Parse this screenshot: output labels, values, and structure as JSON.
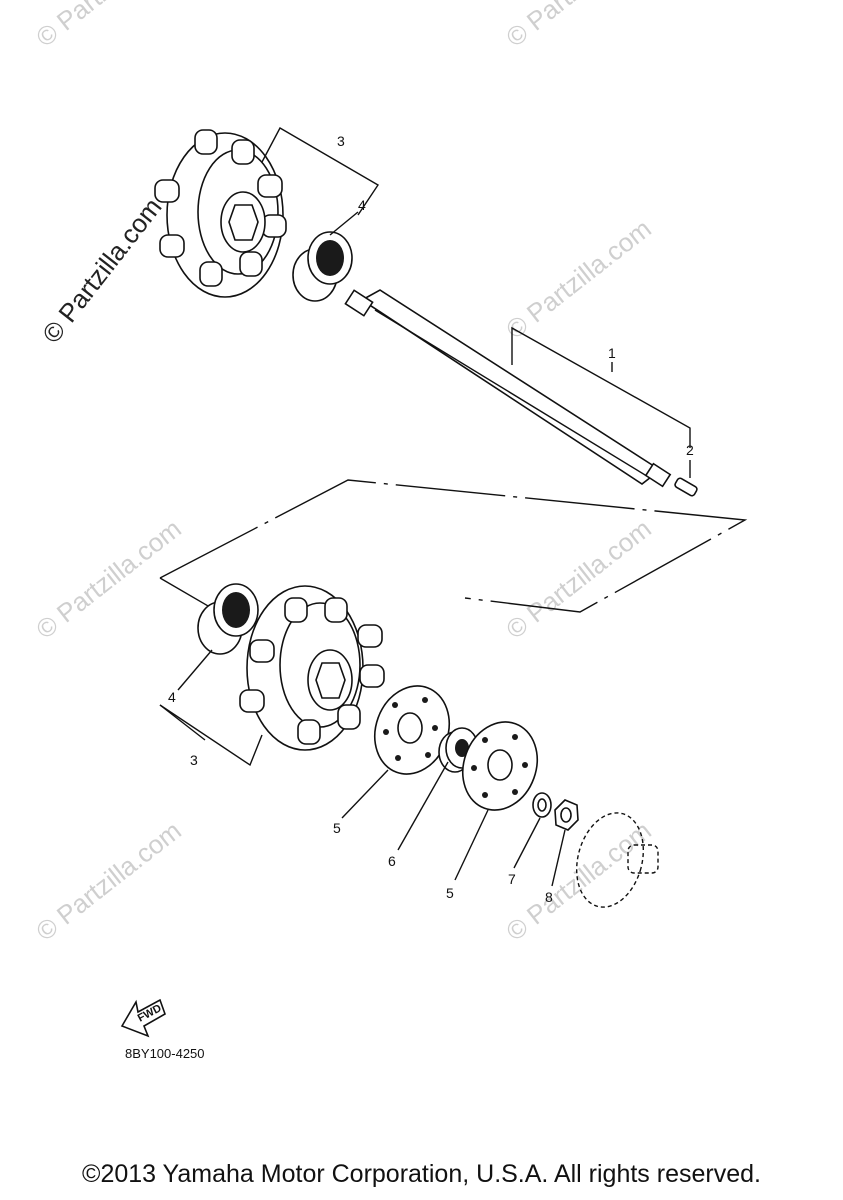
{
  "watermark": "© Partzilla.com",
  "diagram_code": "8BY100-4250",
  "fwd_label": "FWD",
  "copyright": "©2013 Yamaha Motor Corporation, U.S.A. All rights reserved.",
  "callouts": {
    "c1": "1",
    "c2": "2",
    "c3_top": "3",
    "c4_top": "4",
    "c4_bottom": "4",
    "c3_bottom": "3",
    "c5_left": "5",
    "c6": "6",
    "c5_right": "5",
    "c7": "7",
    "c8": "8"
  }
}
